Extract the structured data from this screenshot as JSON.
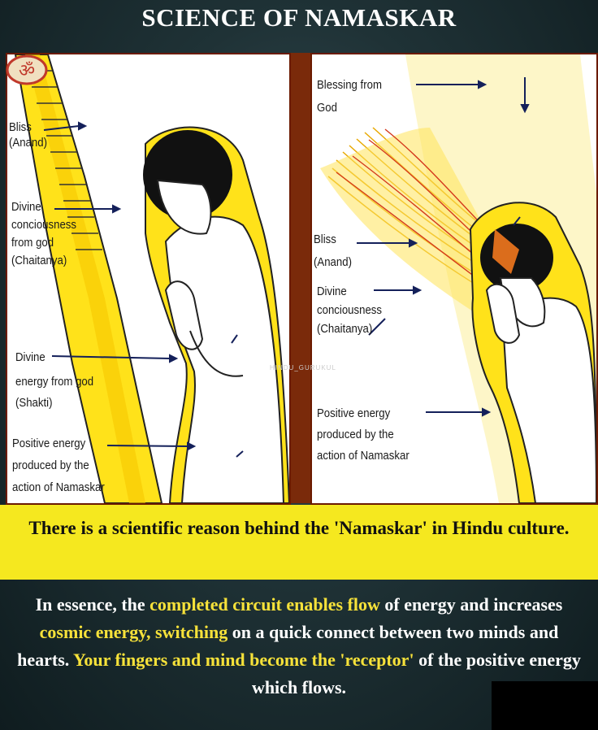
{
  "title": "SCIENCE OF NAMASKAR",
  "left_panel": {
    "labels": {
      "bliss": "Bliss",
      "bliss_sub": "(Anand)",
      "divine_c1": "Divine",
      "divine_c2": "conciousness",
      "divine_c3": "from god",
      "divine_c4": "(Chaitanya)",
      "divine_e1": "Divine",
      "divine_e2": "energy from god",
      "divine_e3": "(Shakti)",
      "positive1": "Positive energy",
      "positive2": "produced by the",
      "positive3": "action of Namaskar"
    }
  },
  "right_panel": {
    "labels": {
      "blessing1": "Blessing from",
      "blessing2": "God",
      "bliss": "Bliss",
      "bliss_sub": "(Anand)",
      "divine1": "Divine",
      "divine2": "conciousness",
      "divine3": "(Chaitanya)",
      "positive1": "Positive energy",
      "positive2": "produced by the",
      "positive3": "action of Namaskar"
    }
  },
  "watermark": "HINDU_GURUKUL",
  "band_text": "There is a scientific reason behind the 'Namaskar' in Hindu culture.",
  "bottom": {
    "p1": "In essence, the ",
    "h1": "completed circuit enables flow",
    "p2": " of energy and increases ",
    "h2": "cosmic energy, switching",
    "p3": " on a quick connect between two minds and hearts. ",
    "h3": "Your fingers and mind become the 'receptor'",
    "p4": " of the positive energy which flows."
  },
  "colors": {
    "accent_yellow": "#f5e81f",
    "highlight_text": "#f7e23a",
    "panel_border": "#6b1a00"
  }
}
